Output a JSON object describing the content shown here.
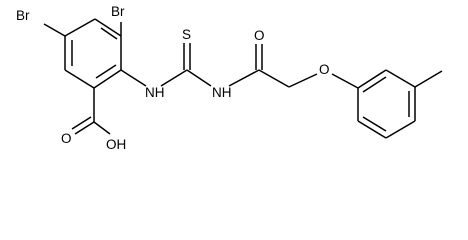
{
  "colors": {
    "background": "#ffffff",
    "bond": "#000000",
    "label": "#000000"
  },
  "labels": {
    "br_left": "Br",
    "br_right": "Br",
    "nh_left": "NH",
    "s": "S",
    "nh_right": "NH",
    "o_carbonyl": "O",
    "o_ether": "O",
    "oh": "OH",
    "o_acid": "O"
  }
}
